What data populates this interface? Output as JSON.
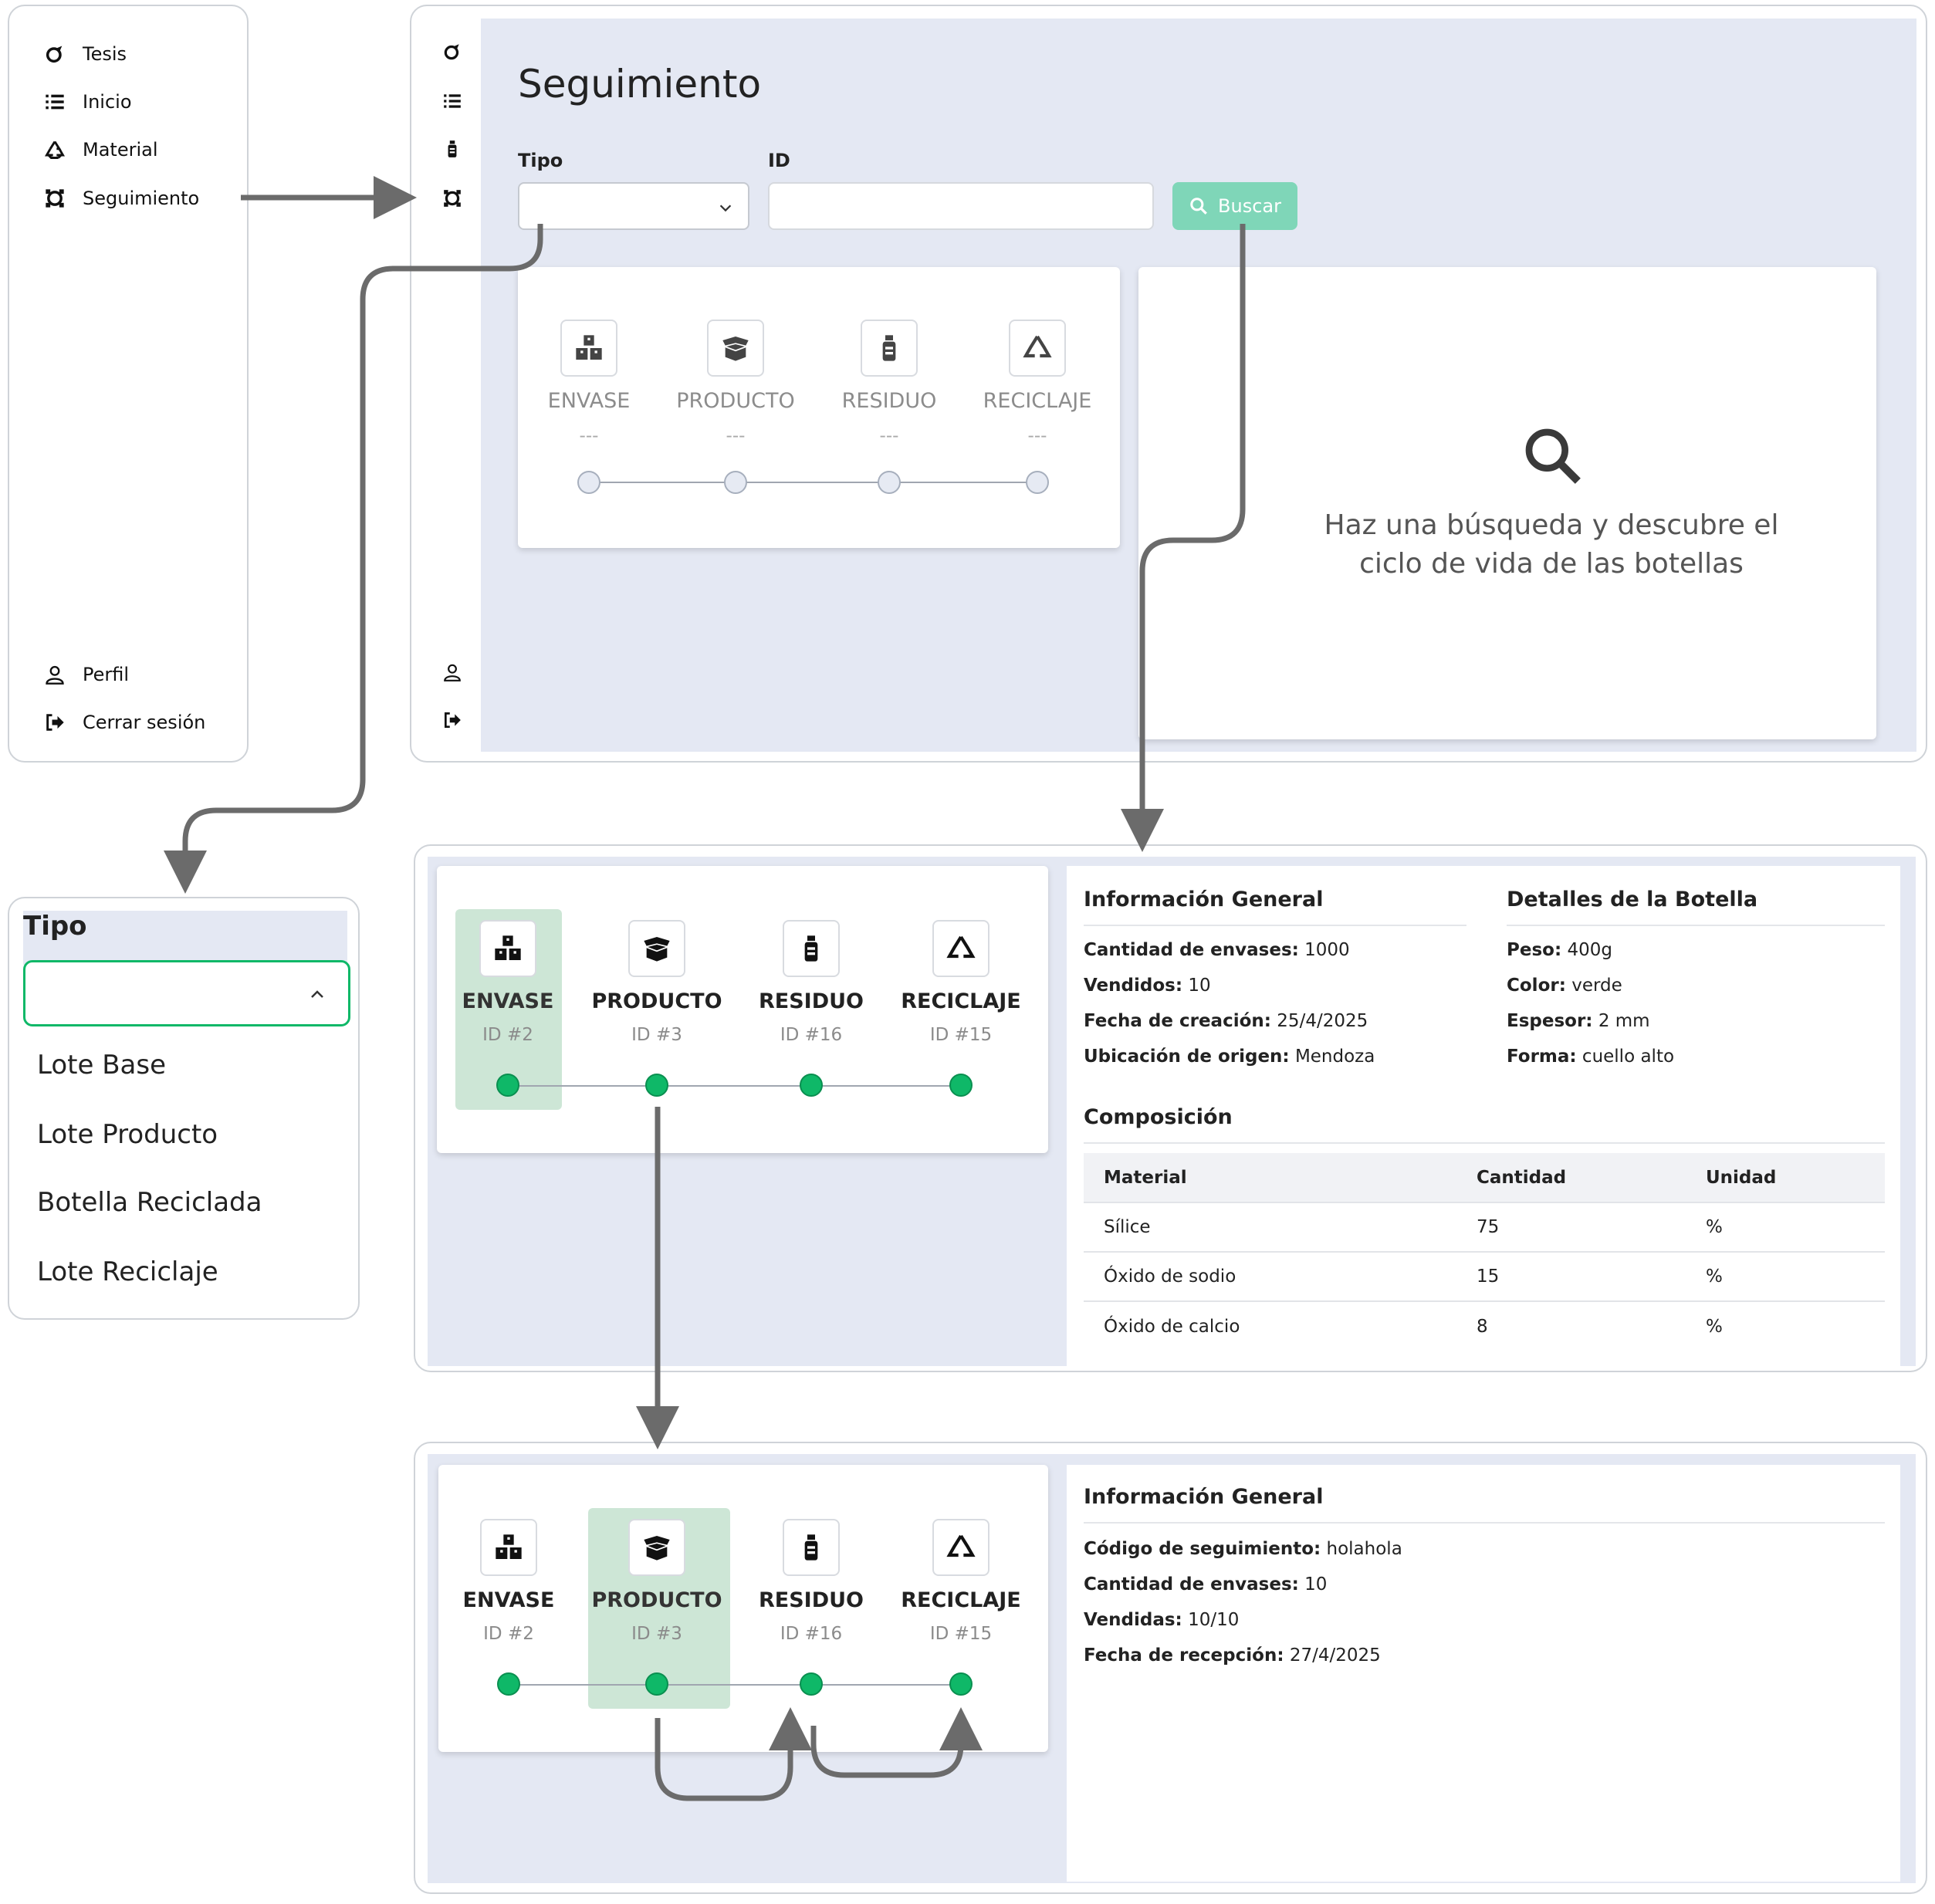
{
  "sidebar": {
    "top_items": [
      {
        "label": "Tesis",
        "icon": "brand-icon"
      },
      {
        "label": "Inicio",
        "icon": "list-icon"
      },
      {
        "label": "Material",
        "icon": "recycle-icon"
      },
      {
        "label": "Seguimiento",
        "icon": "tracking-icon"
      }
    ],
    "bottom_items": [
      {
        "label": "Perfil",
        "icon": "user-icon"
      },
      {
        "label": "Cerrar sesión",
        "icon": "logout-icon"
      }
    ]
  },
  "search_page": {
    "title": "Seguimiento",
    "tipo_label": "Tipo",
    "id_label": "ID",
    "id_value": "",
    "buscar_label": "Buscar",
    "steps": [
      {
        "label": "ENVASE",
        "sub": "---"
      },
      {
        "label": "PRODUCTO",
        "sub": "---"
      },
      {
        "label": "RESIDUO",
        "sub": "---"
      },
      {
        "label": "RECICLAJE",
        "sub": "---"
      }
    ],
    "empty_message_line1": "Haz una búsqueda y descubre el",
    "empty_message_line2": "ciclo de vida de las botellas"
  },
  "dropdown": {
    "label": "Tipo",
    "options": [
      "Lote Base",
      "Lote Producto",
      "Botella Reciclada",
      "Lote Reciclaje"
    ]
  },
  "envase_view": {
    "steps": [
      {
        "label": "ENVASE",
        "sub": "ID #2"
      },
      {
        "label": "PRODUCTO",
        "sub": "ID #3"
      },
      {
        "label": "RESIDUO",
        "sub": "ID #16"
      },
      {
        "label": "RECICLAJE",
        "sub": "ID #15"
      }
    ],
    "general_title": "Información General",
    "general": [
      {
        "k": "Cantidad de envases:",
        "v": "1000"
      },
      {
        "k": "Vendidos:",
        "v": "10"
      },
      {
        "k": "Fecha de creación:",
        "v": "25/4/2025"
      },
      {
        "k": "Ubicación de origen:",
        "v": "Mendoza"
      }
    ],
    "details_title": "Detalles de la Botella",
    "details": [
      {
        "k": "Peso:",
        "v": "400g"
      },
      {
        "k": "Color:",
        "v": "verde"
      },
      {
        "k": "Espesor:",
        "v": "2 mm"
      },
      {
        "k": "Forma:",
        "v": "cuello alto"
      }
    ],
    "composition_title": "Composición",
    "composition_headers": [
      "Material",
      "Cantidad",
      "Unidad"
    ],
    "composition_rows": [
      [
        "Sílice",
        "75",
        "%"
      ],
      [
        "Óxido de sodio",
        "15",
        "%"
      ],
      [
        "Óxido de calcio",
        "8",
        "%"
      ]
    ]
  },
  "producto_view": {
    "steps": [
      {
        "label": "ENVASE",
        "sub": "ID #2"
      },
      {
        "label": "PRODUCTO",
        "sub": "ID #3"
      },
      {
        "label": "RESIDUO",
        "sub": "ID #16"
      },
      {
        "label": "RECICLAJE",
        "sub": "ID #15"
      }
    ],
    "general_title": "Información General",
    "general": [
      {
        "k": "Código de seguimiento:",
        "v": "holahola"
      },
      {
        "k": "Cantidad de envases:",
        "v": "10"
      },
      {
        "k": "Vendidas:",
        "v": "10/10"
      },
      {
        "k": "Fecha de recepción:",
        "v": "27/4/2025"
      }
    ]
  },
  "colors": {
    "accent_green": "#0fb868",
    "button_green": "#7fd6b8",
    "panel_bg": "#e4e8f3",
    "highlight": "#cde6d6",
    "arrow": "#6b6b6b"
  }
}
